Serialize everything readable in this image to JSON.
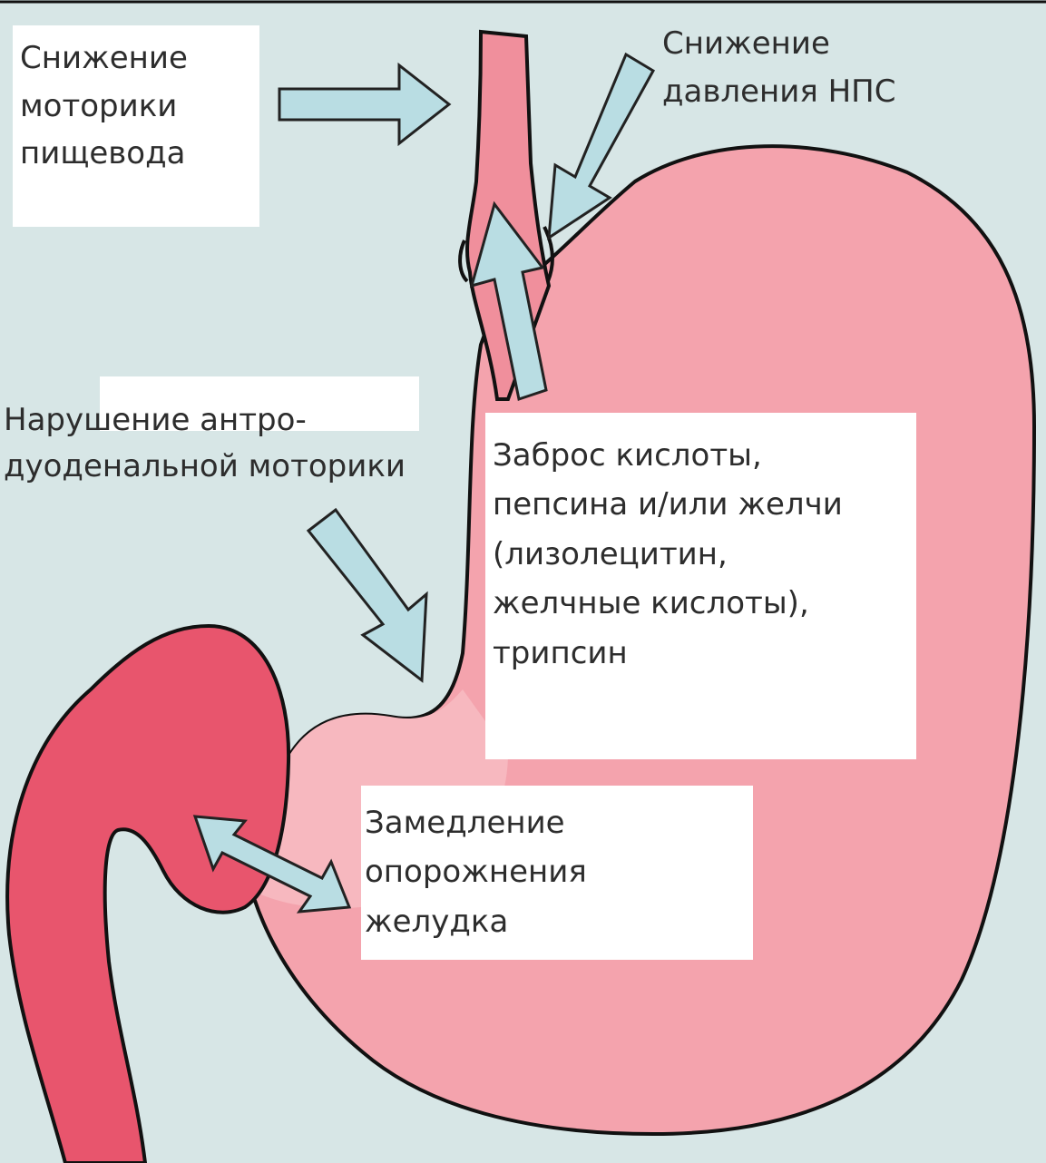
{
  "colors": {
    "background": "#d7e6e6",
    "stomach_fill": "#f4a3ad",
    "stomach_light": "#f7b8bf",
    "duodenum_fill": "#e8556d",
    "esophagus_fill": "#f08f9c",
    "outline": "#111111",
    "arrow_fill": "#b9dde3",
    "label_box": "#ffffff",
    "text": "#2d2d2d"
  },
  "labels": {
    "esophageal_motility": [
      "Снижение",
      "моторики",
      "пищевода"
    ],
    "les_pressure": [
      "Снижение",
      "давления НПС"
    ],
    "antroduodenal_motility": [
      "Нарушение антро-",
      "дуоденальной моторики"
    ],
    "reflux": [
      "Заброс кислоты,",
      "пепсина и/или желчи",
      "(лизолецитин,",
      "желчные кислоты),",
      "трипсин"
    ],
    "gastric_emptying": [
      "Замедление",
      "опорожнения",
      "желудка"
    ]
  },
  "arrows": [
    {
      "name": "esophageal-motility-arrow-icon",
      "direction": "right"
    },
    {
      "name": "les-pressure-arrow-icon",
      "direction": "down-left"
    },
    {
      "name": "reflux-arrow-icon",
      "direction": "up"
    },
    {
      "name": "antroduodenal-arrow-icon",
      "direction": "down-right"
    },
    {
      "name": "emptying-double-arrow-icon",
      "direction": "both"
    }
  ]
}
